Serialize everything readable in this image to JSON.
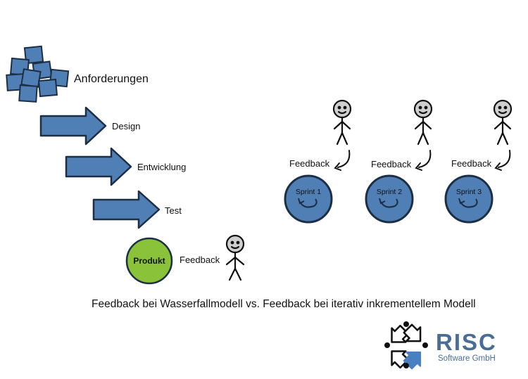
{
  "waterfall": {
    "requirements_label": "Anforderungen",
    "phases": [
      "Design",
      "Entwicklung",
      "Test"
    ],
    "product_label": "Produkt",
    "feedback_label": "Feedback"
  },
  "iterative": {
    "sprints": [
      {
        "label": "Sprint 1",
        "feedback": "Feedback"
      },
      {
        "label": "Sprint 2",
        "feedback": "Feedback"
      },
      {
        "label": "Sprint 3",
        "feedback": "Feedback"
      }
    ]
  },
  "caption": "Feedback bei Wasserfallmodell vs. Feedback bei iterativ inkrementellem Modell",
  "logo": {
    "name": "RISC",
    "subtitle": "Software GmbH"
  },
  "colors": {
    "blue": "#4f7fb5",
    "dark_blue": "#1f4f7a",
    "green": "#8ac23a",
    "logo": "#4a6d95"
  }
}
